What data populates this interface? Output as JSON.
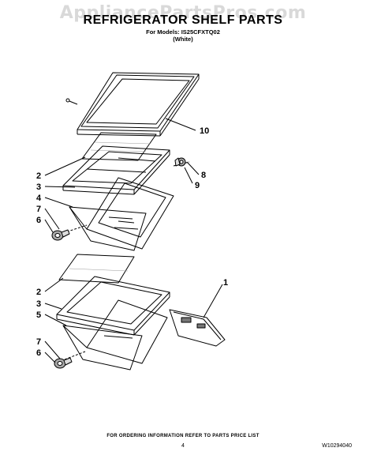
{
  "watermark": "AppliancePartsPros.com",
  "header": {
    "title": "REFRIGERATOR SHELF PARTS",
    "models_line": "For Models: IS25CFXTQ02",
    "color_line": "(White)"
  },
  "callouts": {
    "c10": "10",
    "c8": "8",
    "c9": "9",
    "c2a": "2",
    "c3a": "3",
    "c4": "4",
    "c7a": "7",
    "c6a": "6",
    "c1": "1",
    "c2b": "2",
    "c3b": "3",
    "c5": "5",
    "c7b": "7",
    "c6b": "6"
  },
  "footer": {
    "note": "FOR ORDERING INFORMATION REFER TO PARTS PRICE LIST",
    "page_number": "4",
    "doc_number": "W10294040"
  }
}
